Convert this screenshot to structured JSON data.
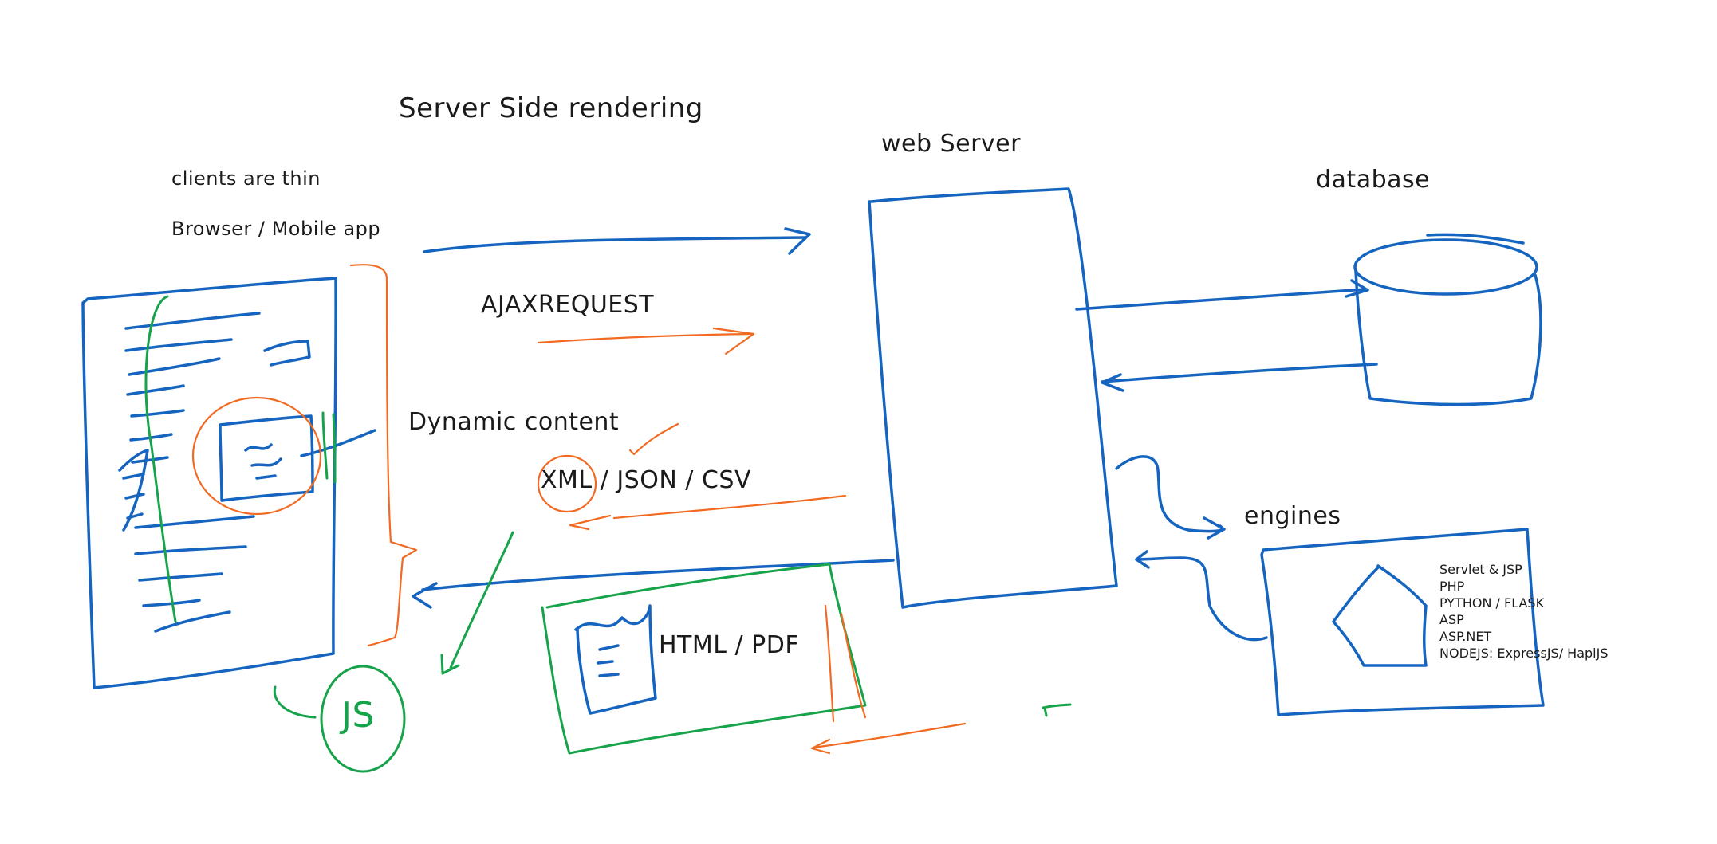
{
  "diagram": {
    "title": "Server Side rendering",
    "web_server_label": "web Server",
    "database_label": "database",
    "clients_note": "clients are thin",
    "clients_label": "Browser / Mobile app",
    "ajax_label": "AJAXREQUEST",
    "dynamic_label": "Dynamic content",
    "formats_label": "XML / JSON / CSV",
    "html_pdf_label": "HTML / PDF",
    "engines_label": "engines",
    "js_label": "JS",
    "engines_list": [
      "Servlet & JSP",
      "PHP",
      "PYTHON / FLASK",
      "ASP",
      "ASP.NET",
      "NODEJS: ExpressJS/ HapiJS"
    ]
  },
  "colors": {
    "primary": "#1565c0",
    "highlight": "#f26a21",
    "client_script": "#16a34a",
    "text": "#1a1a1a"
  }
}
